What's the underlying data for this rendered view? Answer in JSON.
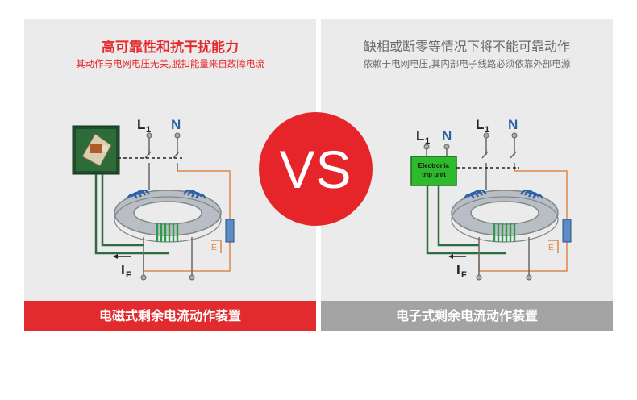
{
  "left": {
    "title": "高可靠性和抗干扰能力",
    "subtitle": "其动作与电网电压无关,脱扣能量来自故障电流",
    "footer": "电磁式剩余电流动作装置",
    "labels": {
      "l1": "L",
      "l1_sub": "1",
      "n": "N",
      "if": "I",
      "if_sub": "F"
    }
  },
  "right": {
    "title": "缺相或断零等情况下将不能可靠动作",
    "subtitle": "依赖于电网电压,其内部电子线路必须依靠外部电源",
    "footer": "电子式剩余电流动作装置",
    "labels": {
      "l1": "L",
      "l1_sub": "1",
      "n": "N",
      "if": "I",
      "if_sub": "F",
      "aux_l1": "L",
      "aux_l1_sub": "1",
      "aux_n": "N",
      "unit_line1": "Electronic",
      "unit_line2": "trip unit"
    }
  },
  "vs": "VS",
  "colors": {
    "accent_red": "#e22b2e",
    "gray_footer": "#a3a3a3",
    "wire_green": "#2e6b3f",
    "wire_orange": "#e0884a",
    "core_gray": "#a9b0b5",
    "coil_blue": "#2b5fa8",
    "coil_green": "#2f9a4a",
    "unit_green": "#2dbb2d"
  }
}
